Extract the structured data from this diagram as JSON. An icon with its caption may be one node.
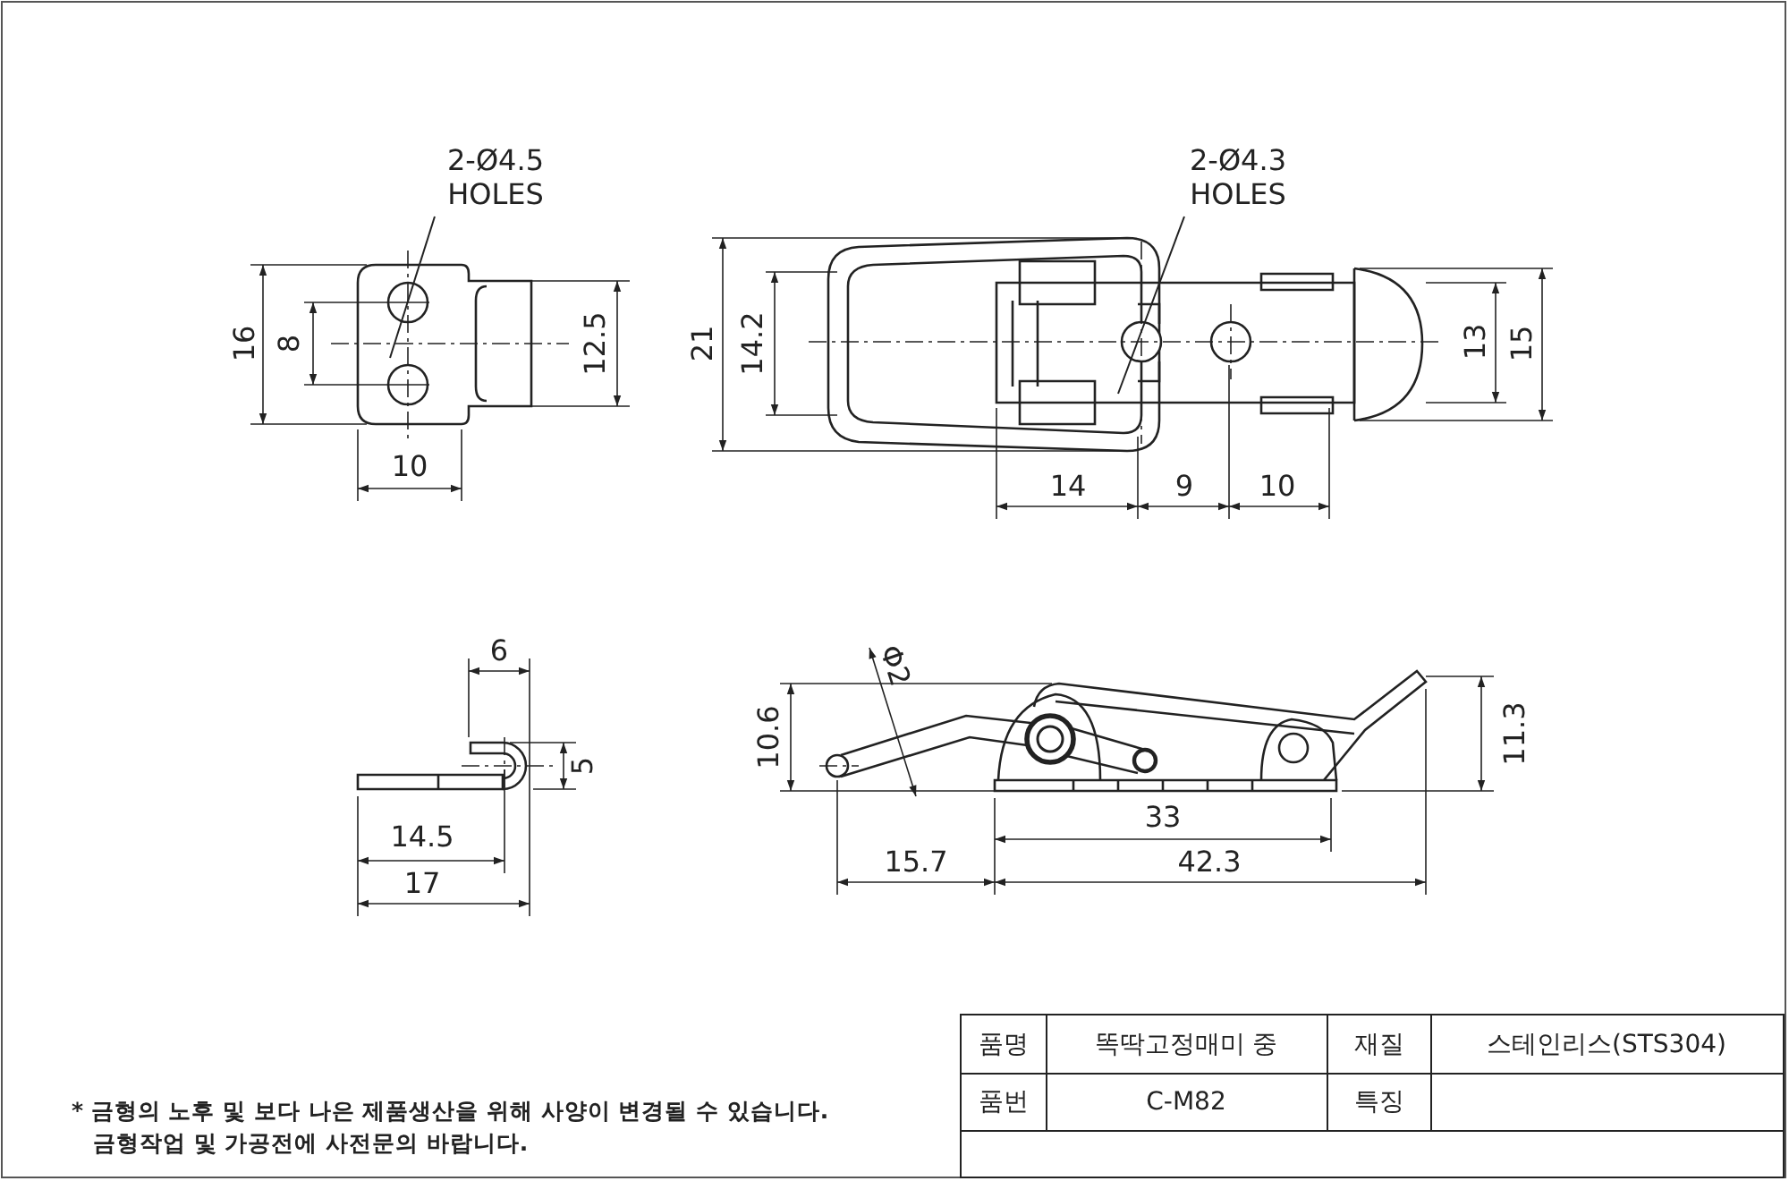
{
  "diagram": {
    "nodes": [
      {
        "text": [
          "2-Ø4.5 HOLES"
        ]
      },
      {
        "text": [
          "2-Ø4.3 HOLES"
        ]
      }
    ],
    "edges": [
      {
        "from": 0,
        "to": null,
        "arrow": "none"
      },
      {
        "from": 1,
        "to": null,
        "arrow": "none"
      }
    ],
    "labels": [
      "16",
      "8",
      "12.5",
      "10",
      "21",
      "14.2",
      "13",
      "15",
      "14",
      "9",
      "10",
      "6",
      "Φ2",
      "10.6",
      "11.3",
      "5",
      "33",
      "14.5",
      "15.7",
      "42.3",
      "17",
      "품명",
      "똑딱고정매미 중",
      "재질",
      "스테인리스(STS304)",
      "품번",
      "C-M82",
      "특징",
      "* 금형의 노후 및 보다 나은 제품생산을 위해 사양이 변경될 수 있습니다.",
      "금형작업 및 가공전에 사전문의 바랍니다."
    ]
  }
}
